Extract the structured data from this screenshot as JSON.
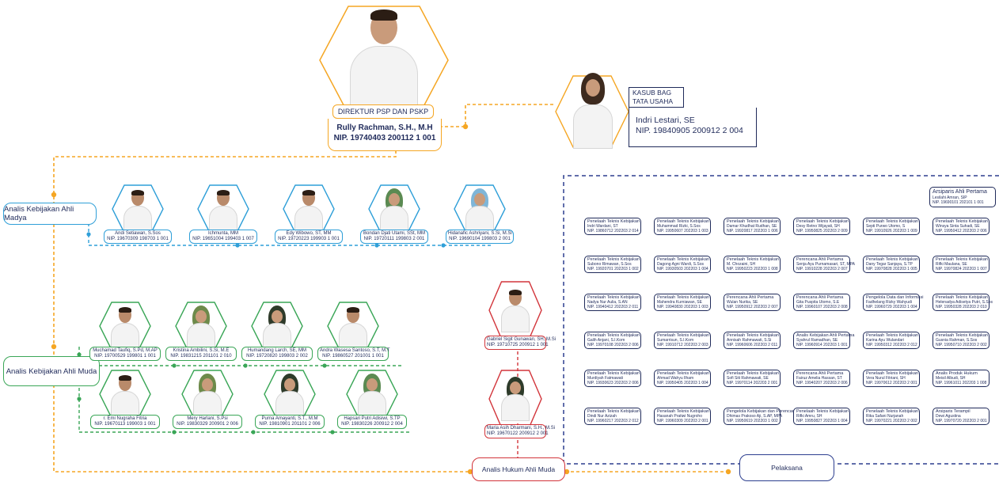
{
  "director": {
    "title": "DIREKTUR PSP DAN PSKP",
    "name": "Rully Rachman, S.H., M.H",
    "nip": "NIP. 19740403 200112 1 001"
  },
  "kasub": {
    "title_line1": "KASUB BAG",
    "title_line2": "TATA USAHA",
    "name": "Indri Lestari, SE",
    "nip": "NIP. 19840905 200912 2 004"
  },
  "groups": {
    "madya": "Analis Kebijakan Ahli Madya",
    "muda": "Analis Kebijakan Ahli Muda",
    "hukum": "Analis Hukum Ahli Muda",
    "pelaksana": "Pelaksana"
  },
  "colors": {
    "navy": "#1f2a5a",
    "orange": "#f5a623",
    "blue": "#2f9fd8",
    "green": "#3aa657",
    "red": "#d2353b",
    "dashed_box": "#2d3f8f"
  },
  "madya_members": [
    {
      "name": "Andi Setiawan, S.Sos",
      "nip": "NIP. 19670309 198703 1 001"
    },
    {
      "name": "Ichmunta, MM",
      "nip": "NIP. 19651004 199403 1 007"
    },
    {
      "name": "Edy Wibowo, ST, MM",
      "nip": "NIP. 19720223 199903 1 001"
    },
    {
      "name": "Bondan Djati Utami, SSt, MM",
      "nip": "NIP. 19720111 199803 2 001"
    },
    {
      "name": "Hidanafic Ashriyani, S.Si, M.Si",
      "nip": "NIP. 19690104 199803 2 001"
    }
  ],
  "muda_members_top": [
    {
      "name": "Muchamad Taufiq, S.Pd, M.AP",
      "nip": "NIP. 19700529 199801 1 001"
    },
    {
      "name": "Kristina Ambilini, S.Si, M.E",
      "nip": "NIP. 19831215 201101 2 010"
    },
    {
      "name": "Humandang Larch, SE, MM",
      "nip": "NIP. 19720820 199803 2 002"
    },
    {
      "name": "Andra Wasesa Santoso, S.T, M.T",
      "nip": "NIP. 19860527 201001 1 001"
    }
  ],
  "muda_members_bottom": [
    {
      "name": "r. Emi Nugraha Fitria",
      "nip": "NIP. 19670113 199003 1 001"
    },
    {
      "name": "Mery Harlani, S.Psi",
      "nip": "NIP. 19830329 200901 2 006"
    },
    {
      "name": "Purna Amayanti, S.T., M.M",
      "nip": "NIP. 19810901 201101 2 006"
    },
    {
      "name": "Hapsari Putri Adisiwi, S.TP",
      "nip": "NIP. 19830226 200912 2 004"
    }
  ],
  "hukum_members": [
    {
      "name": "Gabriel Sigit Gunawan, SH, M.Si",
      "nip": "NIP. 19710725 200912 1 001"
    },
    {
      "name": "Maria Asih Dharmani, S.H., M.Si",
      "nip": "NIP. 19670122 200912 2 001"
    }
  ],
  "pelaksana_top": {
    "title": "Arsiparis Ahli Pertama",
    "name": "Lesilahi Amran, SIP",
    "nip": "NIP. 19690101 202101 1 001"
  },
  "pelaksana_cards": [
    {
      "title": "Penelaah Teknis Kebijakan",
      "name": "Indri Wardani, ST",
      "nip": "NIP. 19860712 202203 2 014"
    },
    {
      "title": "Penelaah Teknis Kebijakan",
      "name": "Muhammad Rizki, S.Sos",
      "nip": "NIP. 19950607 202203 1 003"
    },
    {
      "title": "Penelaah Teknis Kebijakan",
      "name": "Damar Khudhat Rudhan, SE",
      "nip": "NIP. 19920817 202203 1 006"
    },
    {
      "title": "Penelaah Teknis Kebijakan",
      "name": "Desy Retno Wijayati, SH",
      "nip": "NIP. 19950825 202203 2 009"
    },
    {
      "title": "Penelaah Teknis Kebijakan",
      "name": "Septi Purwo Utomo, S",
      "nip": "NIP. 19910926 202203 1 009"
    },
    {
      "title": "Penelaah Teknis Kebijakan",
      "name": "Winsya Sinta Suhadi, SE",
      "nip": "NIP. 19950412 202203 2 006"
    },
    {
      "title": "Penelaah Teknis Kebijakan",
      "name": "Subono Rimawan, S.Sos",
      "nip": "NIP. 19920701 202203 1 002"
    },
    {
      "title": "Penelaah Teknis Kebijakan",
      "name": "Dagong Agni Wardi, S.Sos",
      "nip": "NIP. 19930503 202203 1 004"
    },
    {
      "title": "Penelaah Teknis Kebijakan",
      "name": "M. Chozaini, SH",
      "nip": "NIP. 19950223 202203 1 008"
    },
    {
      "title": "Perencana Ahli Pertama",
      "name": "Senja Ayu Purnamasari, ST, MPA",
      "nip": "NIP. 19910228 202203 2 007"
    },
    {
      "title": "Penelaah Teknis Kebijakan",
      "name": "Dany Tegar Sanjaya, S.TP",
      "nip": "NIP. 19970828 202203 1 005"
    },
    {
      "title": "Penelaah Teknis Kebijakan",
      "name": "Rifki Maulana, SE",
      "nip": "NIP. 19970824 202203 1 007"
    },
    {
      "title": "Penelaah Teknis Kebijakan",
      "name": "Nadya Nur Aulia, S.AN",
      "nip": "NIP. 19940412 202203 2 011"
    },
    {
      "title": "Penelaah Teknis Kebijakan",
      "name": "Mahendra Kurniawan, SE",
      "nip": "NIP. 19940830 202203 1 003"
    },
    {
      "title": "Perencana Ahli Pertama",
      "name": "Wulan Nurika, SE",
      "nip": "NIP. 19950912 202203 2 007"
    },
    {
      "title": "Perencana Ahli Pertama",
      "name": "Gita Puspita Utomo, S.E",
      "nip": "NIP. 19960107 202203 2 008"
    },
    {
      "title": "Pengelola Data dan Informasi",
      "name": "Fadhelang Rizky Wahyudi",
      "nip": "NIP. 19960729 202203 1 004"
    },
    {
      "title": "Penelaah Teknis Kebijakan",
      "name": "Helenadya Adisetya Putri, S.Sos",
      "nip": "NIP. 19950328 202203 2 010"
    },
    {
      "title": "Penelaah Teknis Kebijakan",
      "name": "Galih Anjani, S.I.Kom",
      "nip": "NIP. 19970108 202203 2 006"
    },
    {
      "title": "Penelaah Teknis Kebijakan",
      "name": "Sumarrisun, S.I.Kom",
      "nip": "NIP. 19910712 202203 2 003"
    },
    {
      "title": "Penelaah Teknis Kebijakan",
      "name": "Annisah Rahmawati, S.Si",
      "nip": "NIP. 19960606 202203 2 011"
    },
    {
      "title": "Analis Kebijakan Ahli Pertama",
      "name": "Syahrul Ramadhan, SE",
      "nip": "NIP. 19960914 202203 1 001"
    },
    {
      "title": "Penelaah Teknis Kebijakan",
      "name": "Karina Ayu Wulandari",
      "nip": "NIP. 19950312 202203 2 012"
    },
    {
      "title": "Penelaah Teknis Kebijakan",
      "name": "Gusnia Rahman, S.Sos",
      "nip": "NIP. 19950710 202203 2 002"
    },
    {
      "title": "Penelaah Teknis Kebijakan",
      "name": "Murdiyah Fatmawati",
      "nip": "NIP. 19930623 202203 2 006"
    },
    {
      "title": "Penelaah Teknis Kebijakan",
      "name": "Ahmad Wahyu Ilham",
      "nip": "NIP. 19950405 202203 1 004"
    },
    {
      "title": "Penelaah Teknis Kebijakan",
      "name": "Sofi Siti Rahmawati, SE",
      "nip": "NIP. 19970114 202203 2 001"
    },
    {
      "title": "Perencana Ahli Pertama",
      "name": "Fairuz Amelia Hassan, ST",
      "nip": "NIP. 19940207 202203 2 006"
    },
    {
      "title": "Penelaah Teknis Kebijakan",
      "name": "Vera Nurul Fitriani, SH",
      "nip": "NIP. 19970612 202203 2 001"
    },
    {
      "title": "Analis Produk Hukum",
      "name": "Meisil Albudi, SH",
      "nip": "NIP. 19961011 202203 1 008"
    },
    {
      "title": "Penelaah Teknis Kebijakan",
      "name": "Dindi Nur Azizah",
      "nip": "NIP. 19960217 202203 2 012"
    },
    {
      "title": "Penelaah Teknis Kebijakan",
      "name": "Hasanah Pratiwi Nugroho",
      "nip": "NIP. 19960309 202203 2 001"
    },
    {
      "title": "Pengelola Kebijakan dan Perencanaan",
      "name": "Dhimas Prakoso Aji, S.AP, MPA",
      "nip": "NIP. 19950619 202203 1 002"
    },
    {
      "title": "Penelaah Teknis Kebijakan",
      "name": "Rifki Amru, SH",
      "nip": "NIP. 19950827 202203 1 004"
    },
    {
      "title": "Penelaah Teknis Kebijakan",
      "name": "Rika Safani Nurjanah",
      "nip": "NIP. 19970221 202203 2 002"
    },
    {
      "title": "Arsiparis Terampil",
      "name": "Dewi Agustina",
      "nip": "NIP. 19970720 202203 2 001"
    }
  ]
}
